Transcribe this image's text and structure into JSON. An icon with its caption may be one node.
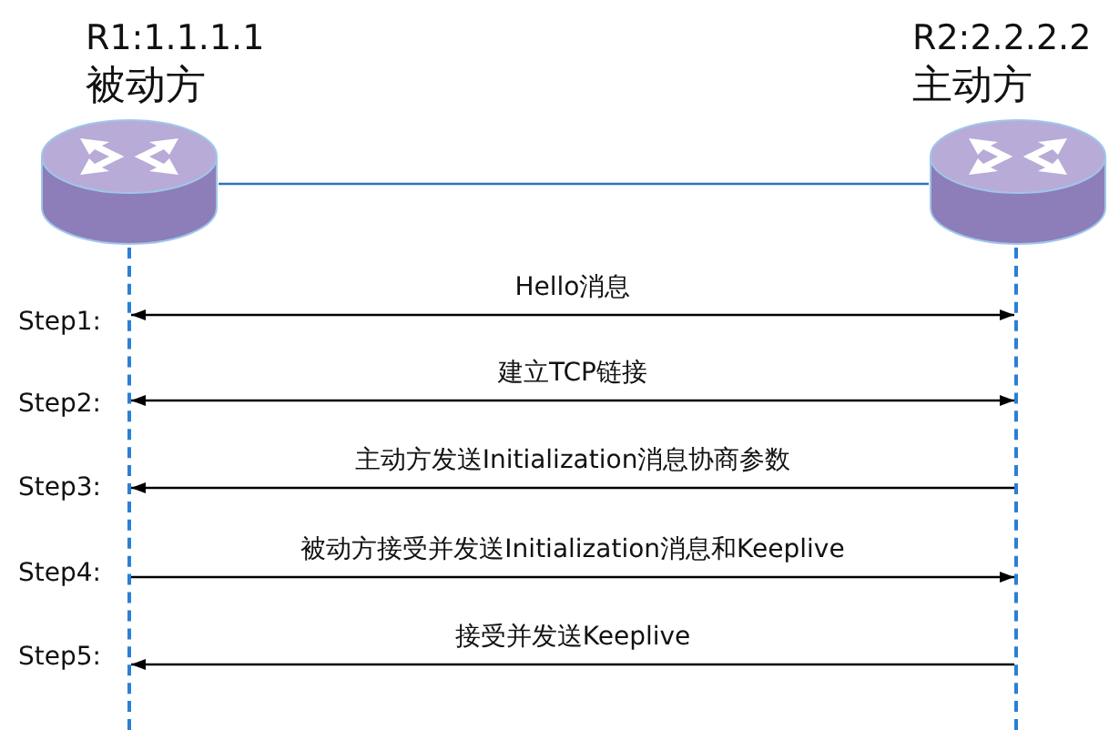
{
  "diagram": {
    "nodes": [
      {
        "text": [
          "R1:1.1.1.1",
          "被动方"
        ]
      },
      {
        "text": [
          "R2:2.2.2.2",
          "主动方"
        ]
      },
      {
        "text": [],
        "shape": "line"
      },
      {
        "text": [],
        "shape": "line"
      }
    ],
    "edges": [
      {
        "from": 0,
        "to": 1,
        "arrow": "none",
        "color": "#2e75b6"
      },
      {
        "from": 2,
        "to": 3,
        "arrow": "both",
        "label": "Hello消息"
      },
      {
        "from": 2,
        "to": 3,
        "arrow": "both",
        "label": "建立TCP链接"
      },
      {
        "from": 3,
        "to": 2,
        "arrow": "to",
        "label": "主动方发送Initialization消息协商参数"
      },
      {
        "from": 2,
        "to": 3,
        "arrow": "to",
        "label": "被动方接受并发送Initialization消息和Keeplive"
      },
      {
        "from": 3,
        "to": 2,
        "arrow": "to",
        "label": "接受并发送Keeplive"
      }
    ],
    "labels": [
      "Step1:",
      "Step2:",
      "Step3:",
      "Step4:",
      "Step5:"
    ]
  }
}
